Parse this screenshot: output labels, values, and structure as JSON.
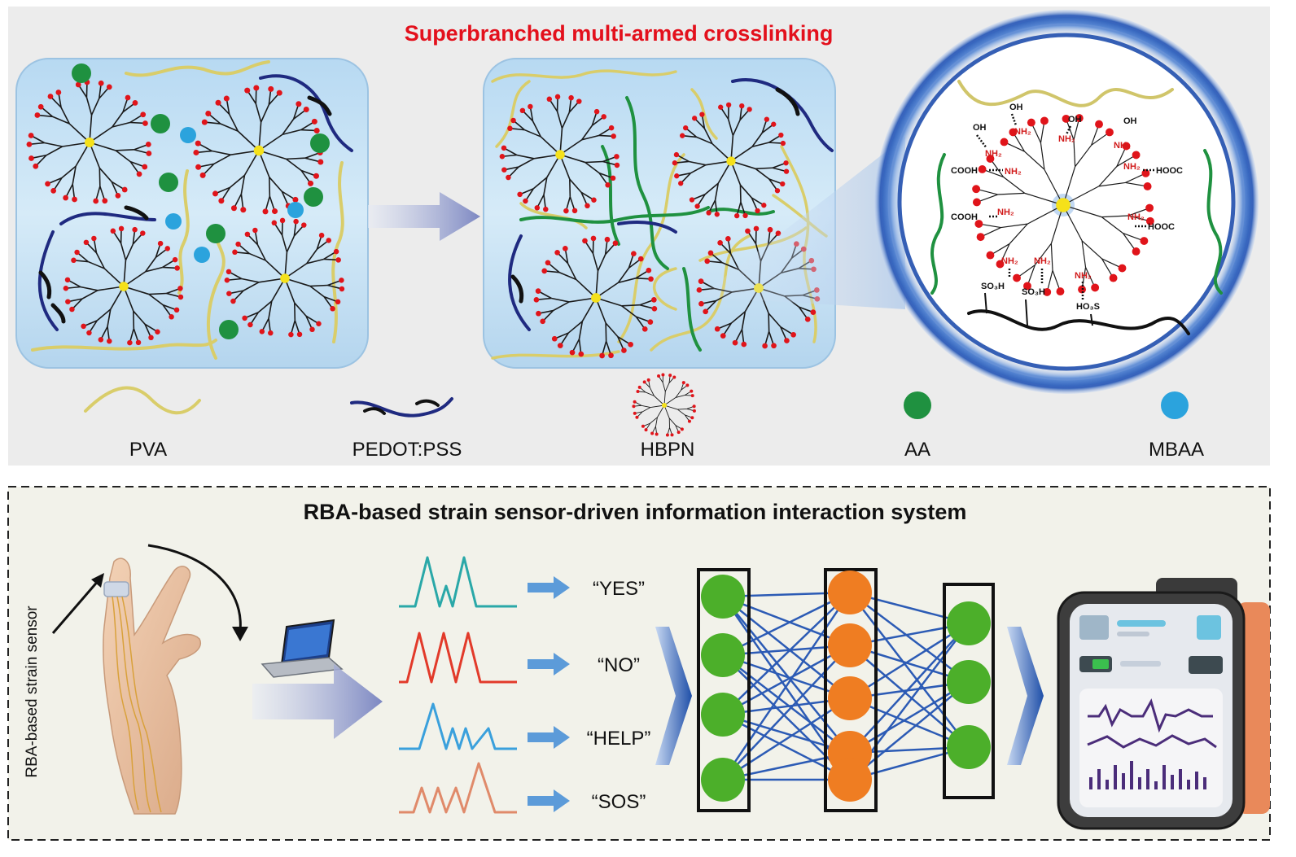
{
  "top_panel": {
    "title": "Superbranched multi-armed crosslinking",
    "title_color": "#e3101c",
    "legend": [
      {
        "label": "PVA",
        "icon": "pva-wave-icon",
        "color": "#d9cd6a"
      },
      {
        "label": "PEDOT:PSS",
        "icon": "pedot-pss-chain-icon",
        "color": "#1f2a80"
      },
      {
        "label": "HBPN",
        "icon": "hbpn-dendrimer-icon",
        "color": "#111111"
      },
      {
        "label": "AA",
        "icon": "aa-dot-icon",
        "color": "#1f9140"
      },
      {
        "label": "MBAA",
        "icon": "mbaa-dot-icon",
        "color": "#2ba3dd"
      }
    ],
    "zoom_labels": {
      "oh": "OH",
      "nh2": "NH₂",
      "cooh": "COOH",
      "hooc": "HOOC",
      "so3h": "SO₃H",
      "ho3s": "HO₃S"
    }
  },
  "bottom_panel": {
    "title": "RBA-based strain sensor-driven information interaction system",
    "sensor_label": "RBA-based strain sensor",
    "outputs": [
      {
        "label": "“YES”",
        "color": "#2aa8a8"
      },
      {
        "label": "“NO”",
        "color": "#e23a2a"
      },
      {
        "label": "“HELP”",
        "color": "#3aa0dc"
      },
      {
        "label": "“SOS”",
        "color": "#e08a6a"
      }
    ],
    "network_layers": [
      {
        "nodes": 4,
        "color": "#4caf2a"
      },
      {
        "nodes": 5,
        "color": "#ef7d22"
      },
      {
        "nodes": 3,
        "color": "#4caf2a"
      }
    ]
  }
}
